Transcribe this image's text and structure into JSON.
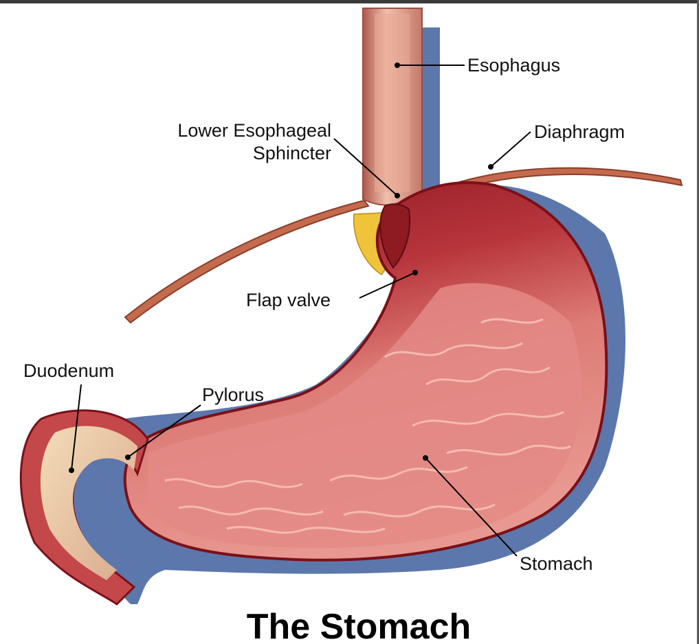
{
  "title": "The Stomach",
  "labels": {
    "esophagus": "Esophagus",
    "les_line1": "Lower Esophageal",
    "les_line2": "Sphincter",
    "diaphragm": "Diaphragm",
    "flap_valve": "Flap valve",
    "duodenum": "Duodenum",
    "pylorus": "Pylorus",
    "stomach": "Stomach"
  },
  "colors": {
    "stomach_wall": "#c4474a",
    "stomach_inner": "#e48a86",
    "stomach_dark": "#8e1a22",
    "rugae": "#f4b2a6",
    "esophagus": "#d99b86",
    "diaphragm": "#c46b4e",
    "fat": "#f0c43a",
    "shadow": "#3f5f9c",
    "duodenum_inner": "#efcfa8"
  }
}
